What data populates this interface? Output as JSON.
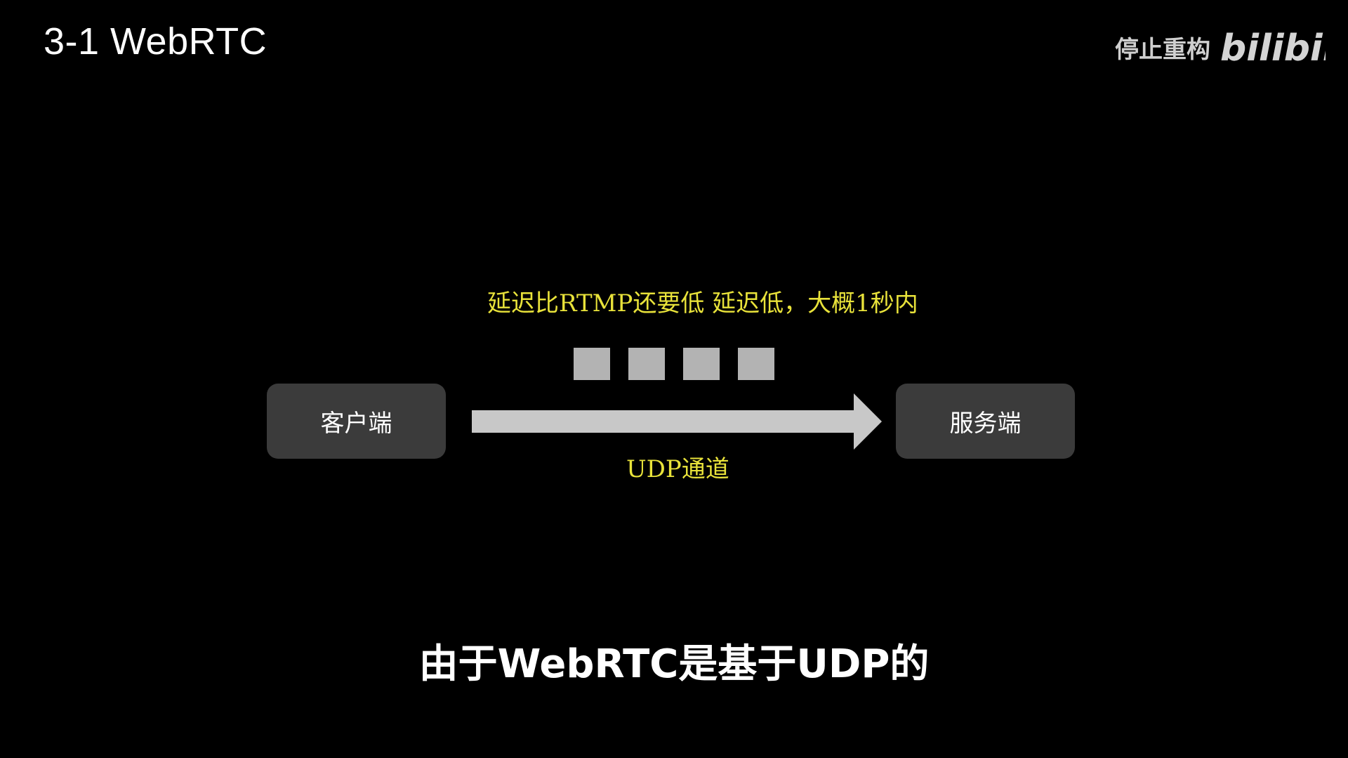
{
  "slide": {
    "title": "3-1 WebRTC"
  },
  "watermark": {
    "channel_name": "停止重构",
    "logo_text": "bilibili"
  },
  "diagram": {
    "latency_note": "延迟比RTMP还要低 延迟低，大概1秒内",
    "packet_count": 4,
    "client_label": "客户端",
    "server_label": "服务端",
    "channel_label": "UDP通道"
  },
  "caption": {
    "text": "由于WebRTC是基于UDP的"
  },
  "colors": {
    "background": "#000000",
    "note_yellow": "#e8e23a",
    "node_fill": "#3b3b3b",
    "arrow_fill": "#c8c8c8",
    "packet_fill": "#b3b3b3"
  }
}
